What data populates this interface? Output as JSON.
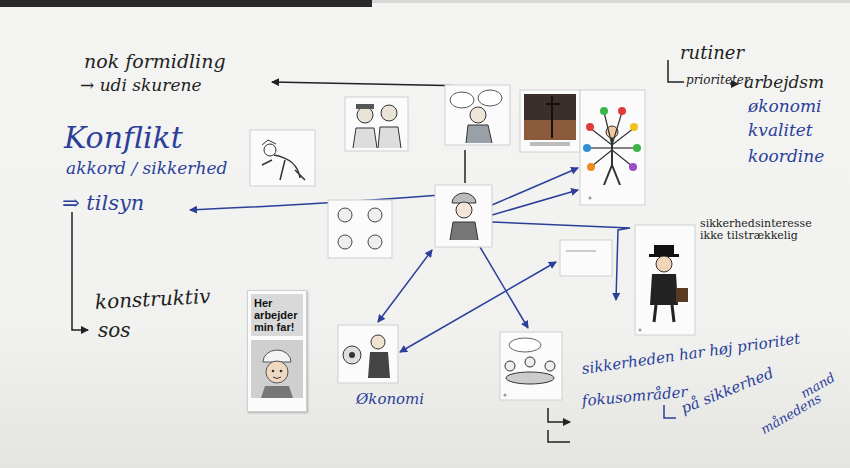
{
  "diagram": {
    "nodes": [
      {
        "text": [
          "Her arbejder min far!"
        ]
      }
    ],
    "labels": [
      "nok formidling",
      "→ udi skurene",
      "Konflikt",
      "akkord / sikkerhed",
      "⇒ tilsyn",
      "konstruktiv",
      "sos",
      "rutiner",
      "prioriteter",
      "arbejdsm",
      "økonomi",
      "kvalitet",
      "koordine",
      "sikkerhedsinteresse ikke tilstrækkelig",
      "Økonomi",
      "sikkerheden har høj prioritet",
      "fokusområder",
      "på sikkerhed",
      "månedens",
      "mand"
    ]
  }
}
